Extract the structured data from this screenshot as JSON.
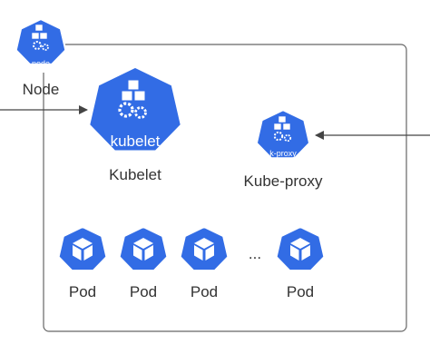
{
  "node": {
    "icon_text": "node",
    "label": "Node"
  },
  "kubelet": {
    "icon_text": "kubelet",
    "label": "Kubelet"
  },
  "kube_proxy": {
    "icon_text": "k-proxy",
    "label": "Kube-proxy"
  },
  "pods": [
    {
      "label": "Pod"
    },
    {
      "label": "Pod"
    },
    {
      "label": "Pod"
    },
    {
      "label": "Pod"
    }
  ],
  "ellipsis": "...",
  "colors": {
    "k8s_blue": "#326CE5",
    "line": "#444444",
    "text": "#333333"
  },
  "icons": {
    "node": "node-cubes-gears-icon",
    "kubelet": "kubelet-cubes-gears-icon",
    "kube_proxy": "kube-proxy-cubes-gears-icon",
    "pod": "pod-cube-icon"
  }
}
